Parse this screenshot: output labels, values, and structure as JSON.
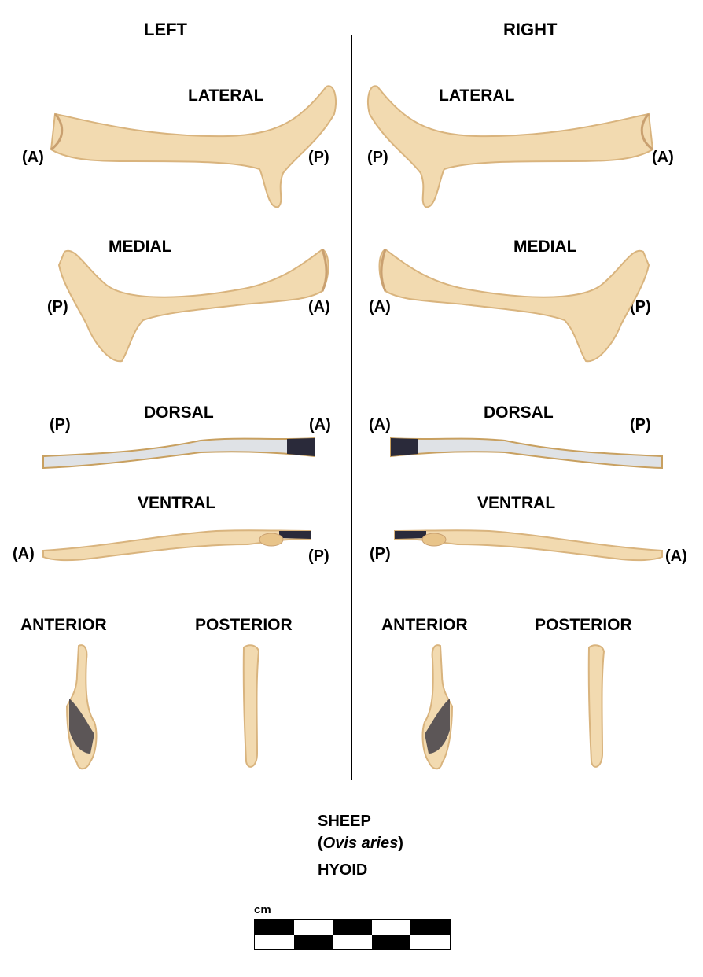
{
  "headers": {
    "left": "LEFT",
    "right": "RIGHT"
  },
  "views": {
    "lateral": "LATERAL",
    "medial": "MEDIAL",
    "dorsal": "DORSAL",
    "ventral": "VENTRAL",
    "anterior": "ANTERIOR",
    "posterior": "POSTERIOR"
  },
  "markers": {
    "anterior": "(A)",
    "posterior": "(P)"
  },
  "specimen": {
    "common_name": "SHEEP",
    "open_paren": "(",
    "latin_name": "Ovis aries",
    "close_paren": ")",
    "bone": "HYOID"
  },
  "scale": {
    "unit": "cm",
    "divisions": 5
  },
  "colors": {
    "bone": "#f2dab0",
    "bone_shade": "#d9b47e",
    "bone_dark": "#2a2a3a",
    "bone_pale": "#dfe2e6"
  }
}
